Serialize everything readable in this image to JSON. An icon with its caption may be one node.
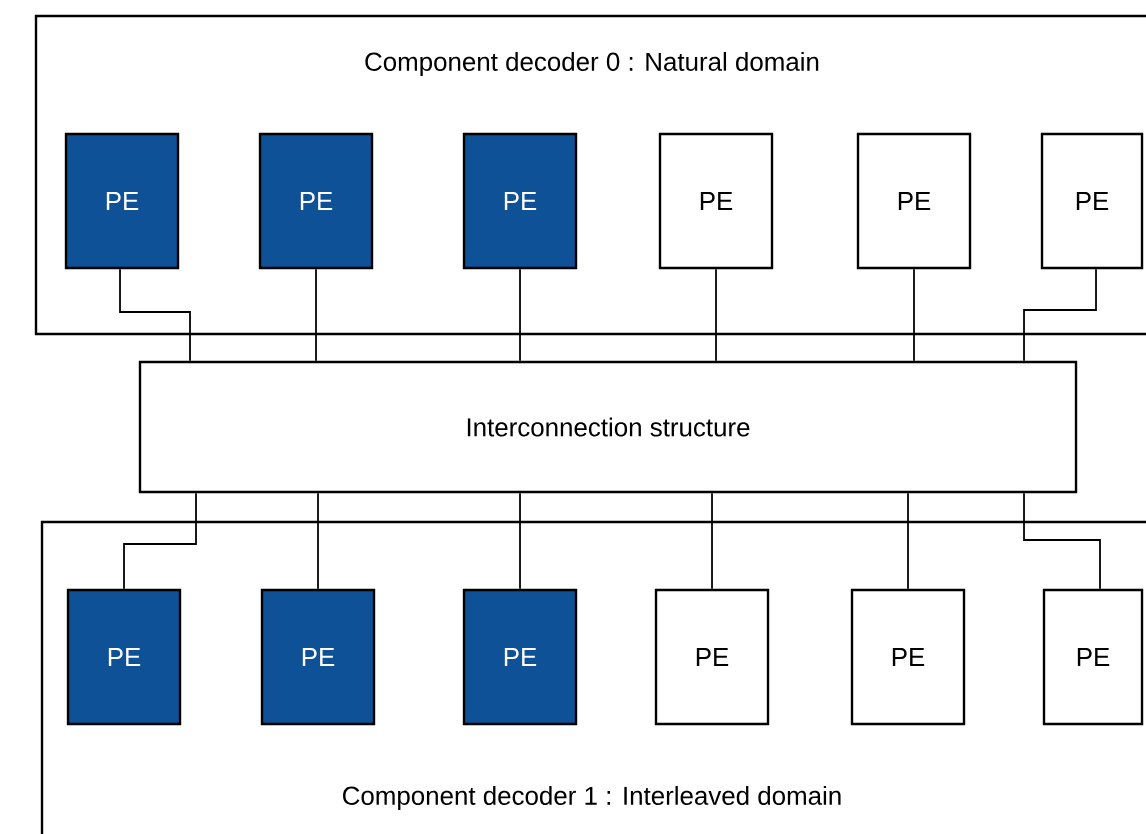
{
  "diagram": {
    "nodes": [
      {
        "text": [
          "Component decoder 0 : Natural domain"
        ]
      },
      {
        "text": [
          "PE"
        ],
        "in": 0
      },
      {
        "text": [
          "PE"
        ],
        "in": 0
      },
      {
        "text": [
          "PE"
        ],
        "in": 0
      },
      {
        "text": [
          "PE"
        ],
        "in": 0
      },
      {
        "text": [
          "PE"
        ],
        "in": 0
      },
      {
        "text": [
          "PE"
        ],
        "in": 0
      },
      {
        "text": [
          "Interconnection structure"
        ]
      },
      {
        "text": [
          "Component decoder 1 : Interleaved domain"
        ]
      },
      {
        "text": [
          "PE"
        ],
        "in": 8
      },
      {
        "text": [
          "PE"
        ],
        "in": 8
      },
      {
        "text": [
          "PE"
        ],
        "in": 8
      },
      {
        "text": [
          "PE"
        ],
        "in": 8
      },
      {
        "text": [
          "PE"
        ],
        "in": 8
      },
      {
        "text": [
          "PE"
        ],
        "in": 8
      }
    ],
    "edges": [
      {
        "from": 1,
        "to": 7,
        "arrow": "none"
      },
      {
        "from": 2,
        "to": 7,
        "arrow": "none"
      },
      {
        "from": 3,
        "to": 7,
        "arrow": "none"
      },
      {
        "from": 4,
        "to": 7,
        "arrow": "none"
      },
      {
        "from": 5,
        "to": 7,
        "arrow": "none"
      },
      {
        "from": 6,
        "to": 7,
        "arrow": "none"
      },
      {
        "from": 7,
        "to": 9,
        "arrow": "none"
      },
      {
        "from": 7,
        "to": 10,
        "arrow": "none"
      },
      {
        "from": 7,
        "to": 11,
        "arrow": "none"
      },
      {
        "from": 7,
        "to": 12,
        "arrow": "none"
      },
      {
        "from": 7,
        "to": 13,
        "arrow": "none"
      },
      {
        "from": 7,
        "to": 14,
        "arrow": "none"
      }
    ]
  }
}
